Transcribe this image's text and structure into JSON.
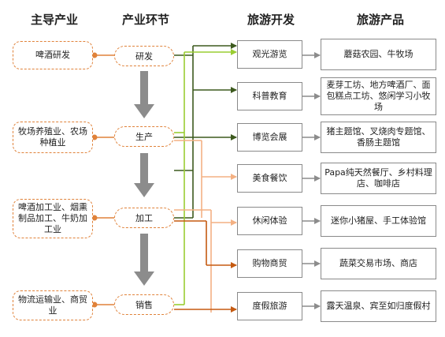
{
  "headers": {
    "col1": "主导产业",
    "col2": "产业环节",
    "col3": "旅游开发",
    "col4": "旅游产品"
  },
  "industries": [
    "啤酒研发",
    "牧场养殖业、农场种植业",
    "啤酒加工业、烟熏制品加工、牛奶加工业",
    "物流运输业、商贸业"
  ],
  "stages": [
    "研发",
    "生产",
    "加工",
    "销售"
  ],
  "developments": [
    "观光游览",
    "科普教育",
    "博览会展",
    "美食餐饮",
    "休闲体验",
    "购物商贸",
    "度假旅游"
  ],
  "products": [
    "蘑菇农园、牛牧场",
    "麦芽工坊、地方啤酒厂、面包糕点工坊、悠闲学习小牧场",
    "猪主题馆、叉烧肉专题馆、香肠主题馆",
    "Papa纯天然餐厅、乡村料理店、咖啡店",
    "迷你小猪屋、手工体验馆",
    "蔬菜交易市场、商店",
    "露天温泉、宾至如归度假村"
  ],
  "colors": {
    "dark_green": "#3d5a1e",
    "light_green": "#9acd32",
    "peach": "#f4b183",
    "orange": "#c55a11",
    "gray_arrow": "#8c8c8c",
    "dot": "#e0823a"
  }
}
